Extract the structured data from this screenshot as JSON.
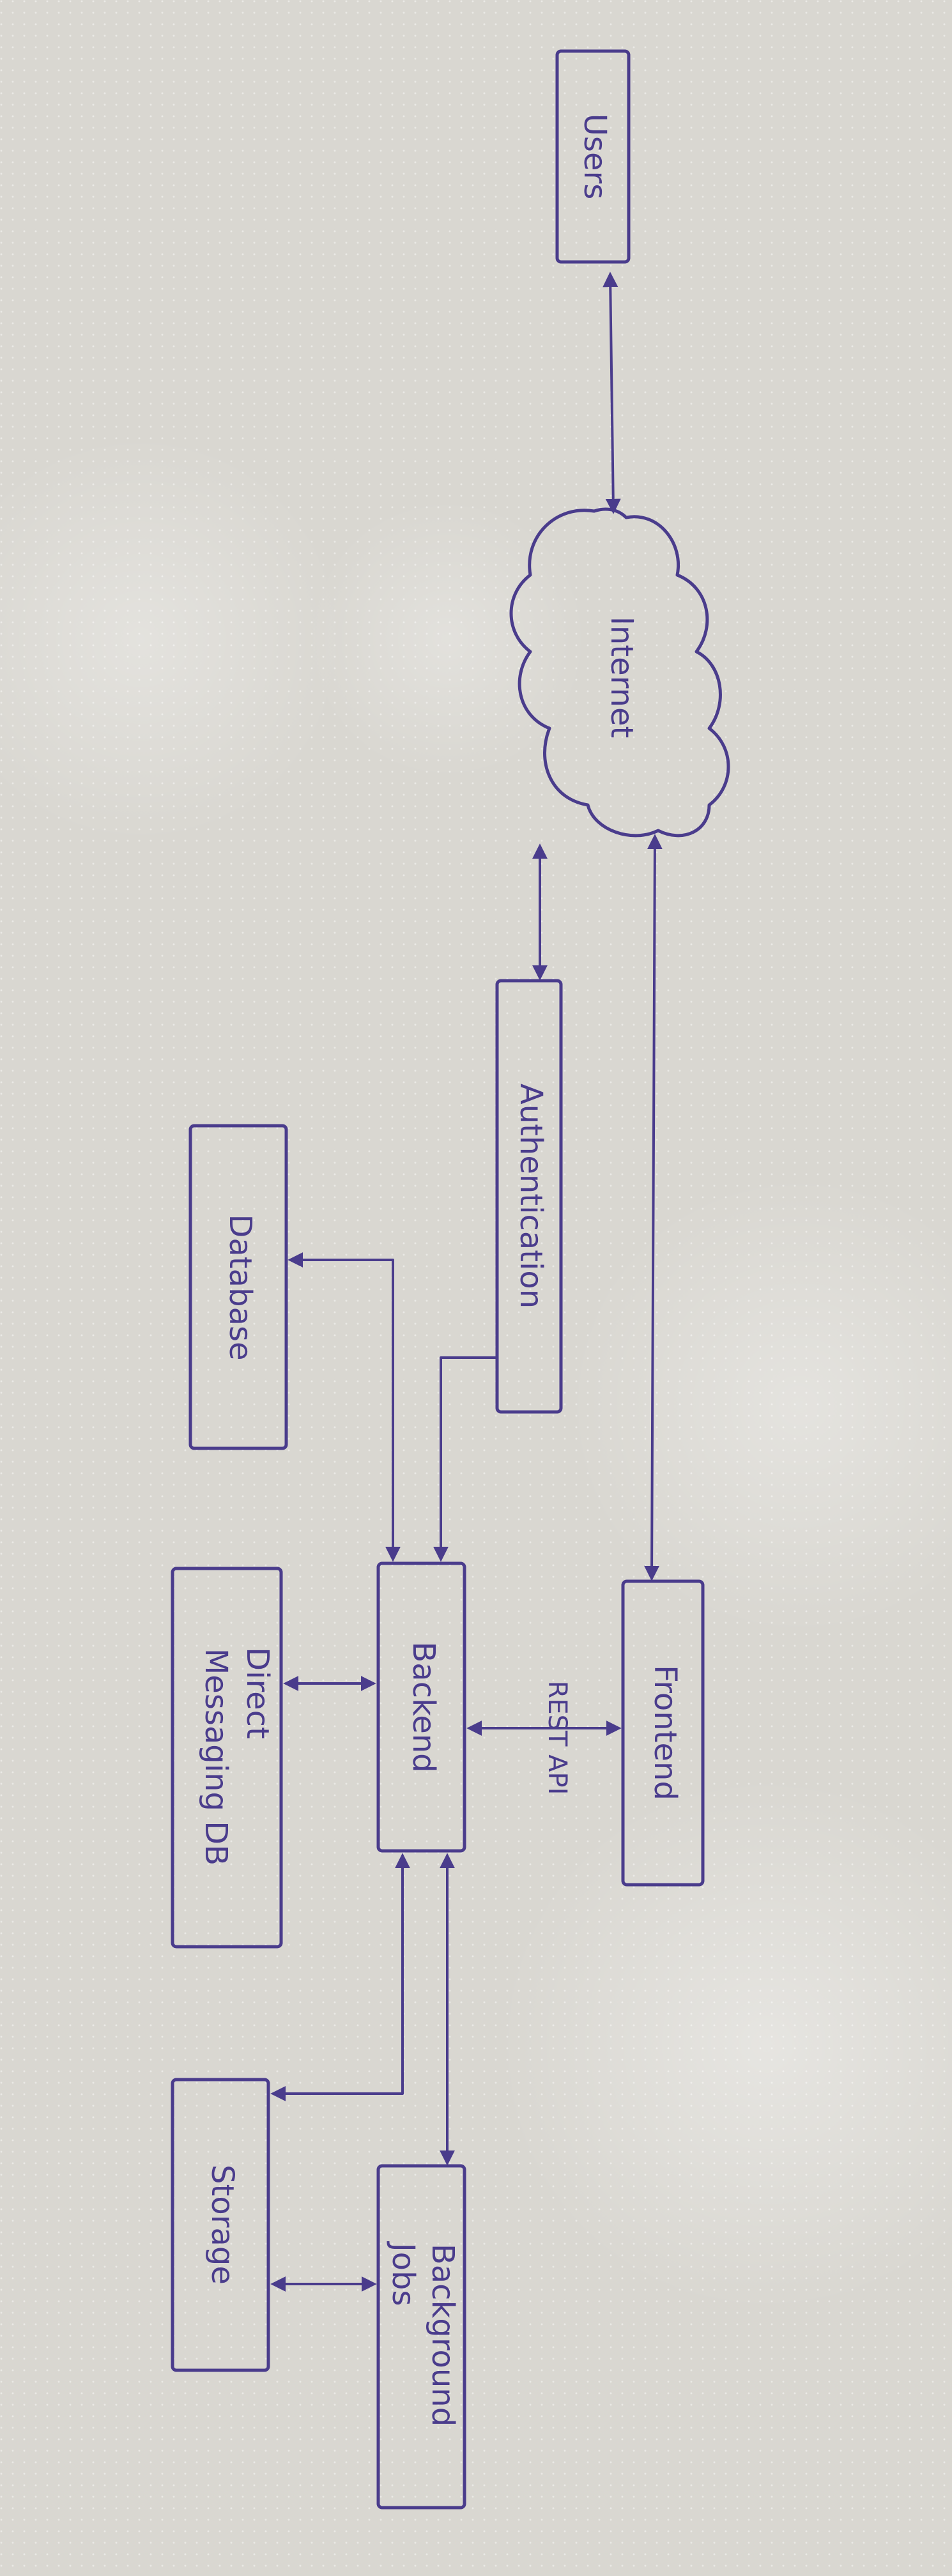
{
  "colors": {
    "ink": "#4a3c8c",
    "paper": "#d9d7d1"
  },
  "nodes": {
    "users": "Users",
    "internet": "Internet",
    "authentication": "Authentication",
    "database": "Database",
    "direct_messaging_db_line1": "Direct",
    "direct_messaging_db_line2": "Messaging DB",
    "backend": "Backend",
    "frontend": "Frontend",
    "storage": "Storage",
    "background_jobs_line1": "Background",
    "background_jobs_line2": "Jobs"
  },
  "edges": {
    "rest_api": "REST API"
  }
}
